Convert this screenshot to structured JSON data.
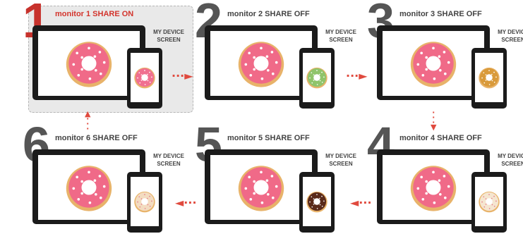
{
  "panels": [
    {
      "number": "1",
      "title": "monitor 1 SHARE ON",
      "device_label": "MY DEVICE SCREEN",
      "active": true,
      "device_donut_color": "#f07090"
    },
    {
      "number": "2",
      "title": "monitor 2 SHARE OFF",
      "device_label": "MY DEVICE SCREEN",
      "active": false,
      "device_donut_color": "#8fc46b"
    },
    {
      "number": "3",
      "title": "monitor 3 SHARE OFF",
      "device_label": "MY DEVICE SCREEN",
      "active": false,
      "device_donut_color": "#d99a3a"
    },
    {
      "number": "4",
      "title": "monitor 4 SHARE OFF",
      "device_label": "MY DEVICE SCREEN",
      "active": false,
      "device_donut_color": "#f5e6d0"
    },
    {
      "number": "5",
      "title": "monitor 5 SHARE OFF",
      "device_label": "MY DEVICE SCREEN",
      "active": false,
      "device_donut_color": "#5a2a1a"
    },
    {
      "number": "6",
      "title": "monitor 6 SHARE OFF",
      "device_label": "MY DEVICE SCREEN",
      "active": false,
      "device_donut_color": "#f3dcc0"
    }
  ],
  "colors": {
    "accent": "#d3342c",
    "monitor_donut": "#f06a88",
    "donut_dough": "#e8b36a",
    "arrow": "#e04a3e"
  }
}
